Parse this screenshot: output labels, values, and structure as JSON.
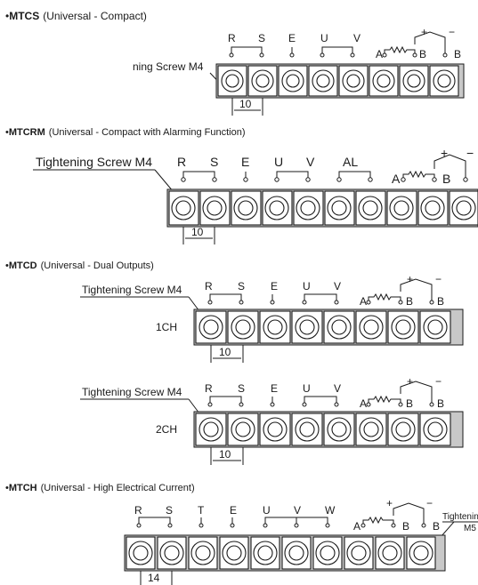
{
  "sections": [
    {
      "model": "MTCS",
      "title": "(Universal - Compact)",
      "screw": "ning Screw M4",
      "labels": [
        "R",
        "S",
        "E",
        "U",
        "V",
        "A",
        "B",
        "B"
      ],
      "pitch": "10",
      "channel": "",
      "plus": "+",
      "minus": "−"
    },
    {
      "model": "MTCRM",
      "title": "(Universal - Compact with Alarming Function)",
      "screw": "Tightening Screw M4",
      "labels": [
        "R",
        "S",
        "E",
        "U",
        "V",
        "AL",
        "A",
        "B"
      ],
      "pitch": "10",
      "channel": "",
      "plus": "+",
      "minus": "−"
    },
    {
      "model": "MTCD",
      "title": "(Universal - Dual Outputs)",
      "screw": "Tightening Screw M4",
      "labels": [
        "R",
        "S",
        "E",
        "U",
        "V",
        "A",
        "B",
        "B"
      ],
      "pitch": "10",
      "channel": "1CH",
      "plus": "+",
      "minus": "−"
    },
    {
      "model": "",
      "title": "",
      "screw": "Tightening Screw M4",
      "labels": [
        "R",
        "S",
        "E",
        "U",
        "V",
        "A",
        "B",
        "B"
      ],
      "pitch": "10",
      "channel": "2CH",
      "plus": "+",
      "minus": "−"
    },
    {
      "model": "MTCH",
      "title": "(Universal - High Electrical Current)",
      "screw": "Tightening",
      "screw2": "M5",
      "labels": [
        "R",
        "S",
        "T",
        "E",
        "U",
        "V",
        "W",
        "A",
        "B",
        "B"
      ],
      "pitch": "14",
      "channel": "",
      "plus": "+",
      "minus": "−"
    }
  ],
  "bullet": "•"
}
